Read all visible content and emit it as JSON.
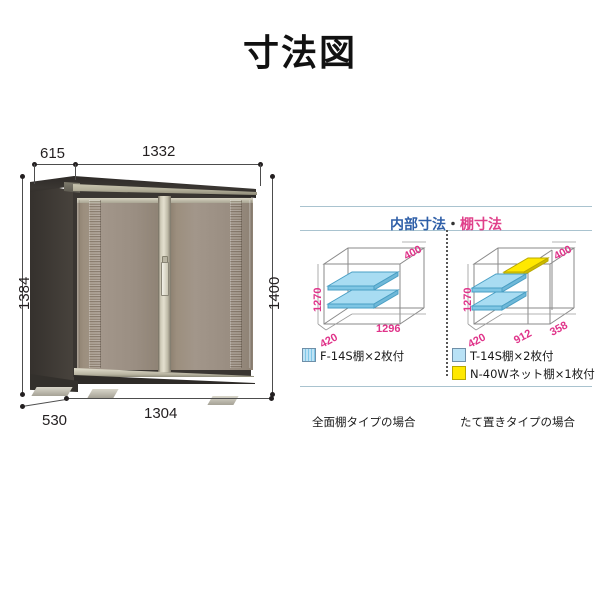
{
  "page": {
    "title": "寸法図",
    "background": "#ffffff"
  },
  "cabinet": {
    "name": "storage-cabinet-illustration",
    "dimensions": {
      "depth_top": "615",
      "width_top": "1332",
      "height_left": "1384",
      "height_right": "1400",
      "depth_bottom": "530",
      "width_bottom": "1304"
    }
  },
  "panel": {
    "heading": {
      "blue_part": "内部寸法",
      "separator": "・",
      "pink_part": "棚寸法"
    },
    "colors": {
      "heading_blue": "#2f5fa8",
      "heading_pink": "#e0408a",
      "dim_pink": "#e0348a",
      "dim_blue": "#2b6fc0",
      "rule": "#a9c3cf"
    },
    "left": {
      "iso_dims": {
        "depth": "400",
        "height": "1270",
        "base_depth": "420",
        "base_width": "1296"
      },
      "legend": [
        {
          "swatch": "striped-blue",
          "label": "F-14S棚×2枚付"
        }
      ],
      "caption": "全面棚タイプの場合"
    },
    "right": {
      "iso_dims": {
        "depth": "400",
        "height": "1270",
        "base_depth": "420",
        "base_width_a": "912",
        "base_width_b": "358"
      },
      "legend": [
        {
          "swatch": "blue",
          "label": "T-14S棚×2枚付"
        },
        {
          "swatch": "yellow",
          "label": "N-40Wネット棚×1枚付"
        }
      ],
      "caption": "たて置きタイプの場合"
    }
  }
}
